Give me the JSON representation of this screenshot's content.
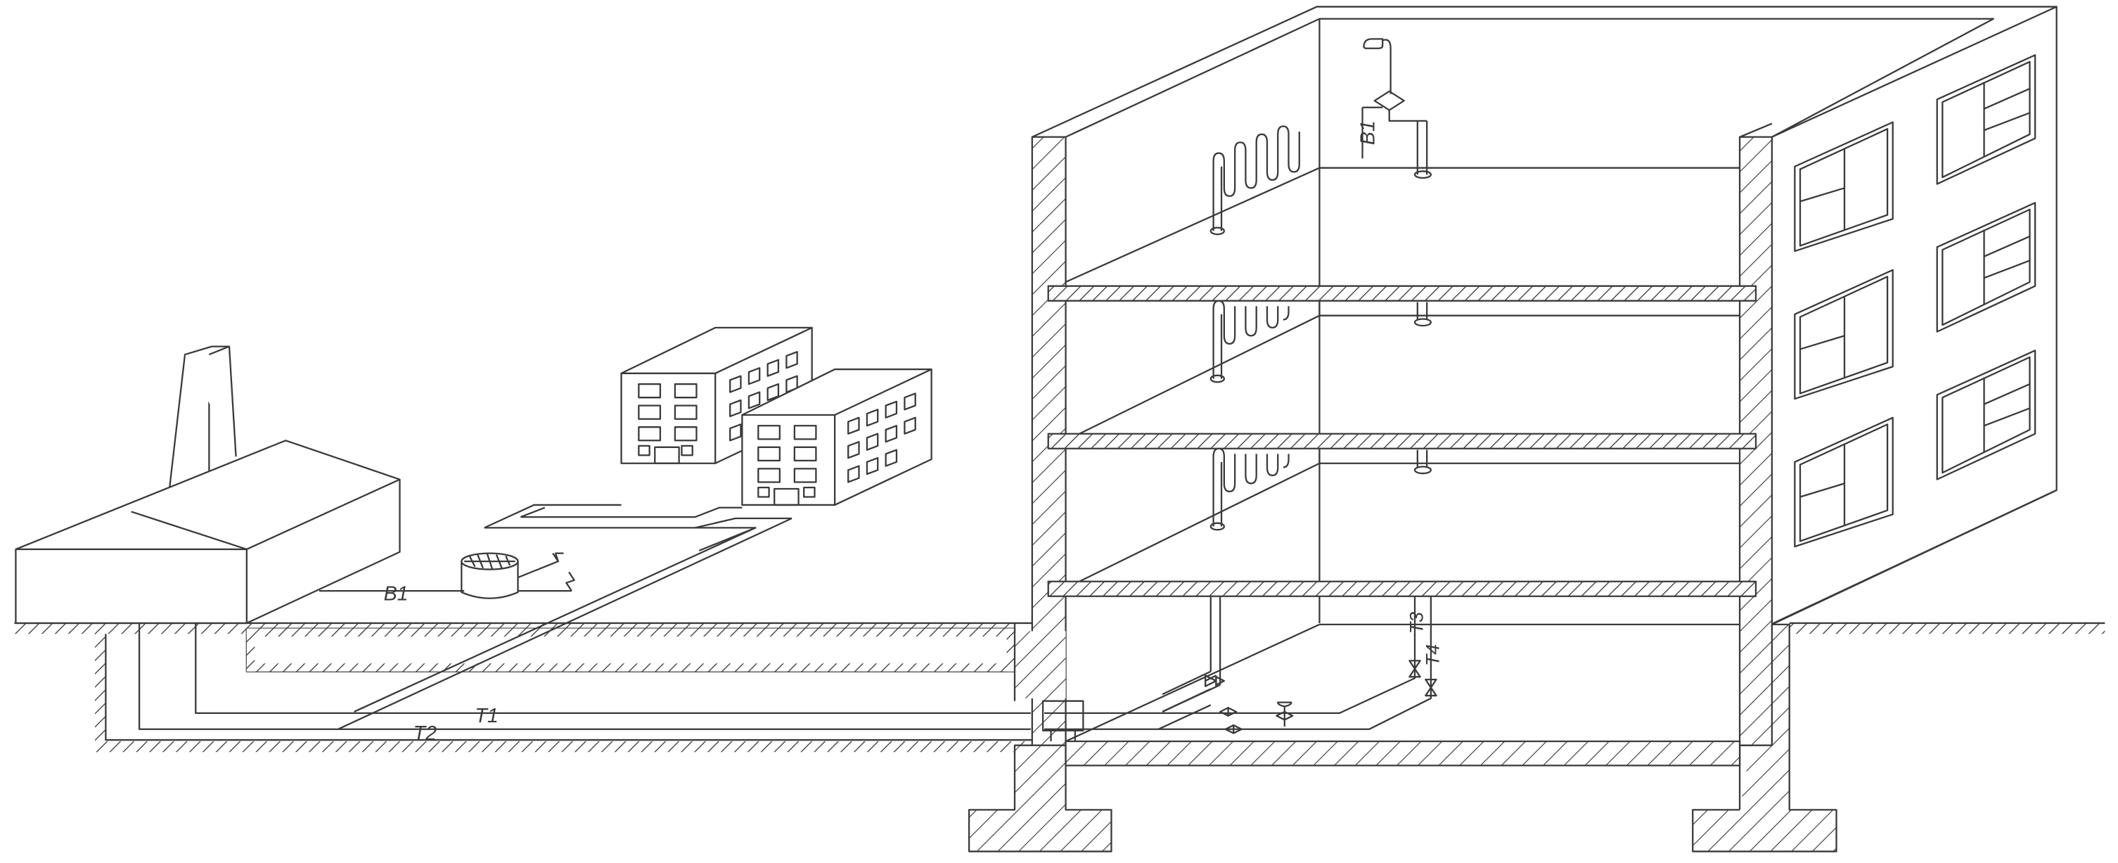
{
  "labels": {
    "b1_ground": "B1",
    "b1_top": "B1",
    "t1": "T1",
    "t2": "T2",
    "t3": "T3",
    "t4": "T4"
  },
  "colors": {
    "stroke": "#3a3a3a",
    "background": "#ffffff"
  }
}
